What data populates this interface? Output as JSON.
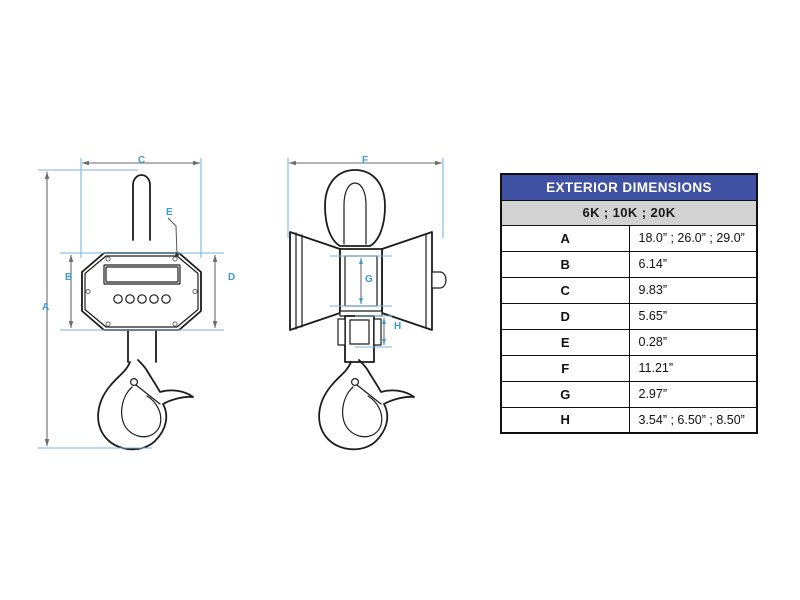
{
  "document": {
    "type": "technical-dimension-drawing",
    "subject": "crane scale / hanging scale",
    "background_color": "#ffffff"
  },
  "views": {
    "front": {
      "name": "front-view",
      "features": [
        "swivel-eye-stem",
        "octagonal-housing",
        "lcd-display",
        "keypad-5-buttons",
        "corner-screws",
        "shank",
        "lifting-hook-with-latch"
      ],
      "dimension_labels": [
        "A",
        "B",
        "C",
        "D",
        "E"
      ]
    },
    "side": {
      "name": "side-view",
      "features": [
        "lifting-eye",
        "left-flared-wing",
        "right-flared-wing",
        "side-knob",
        "center-body-box",
        "lower-shank",
        "lifting-hook-with-latch"
      ],
      "dimension_labels": [
        "F",
        "G",
        "H"
      ]
    }
  },
  "dimension_labels": {
    "A": "A",
    "B": "B",
    "C": "C",
    "D": "D",
    "E": "E",
    "F": "F",
    "G": "G",
    "H": "H"
  },
  "table": {
    "title": "EXTERIOR DIMENSIONS",
    "subheader": "6K ; 10K ; 20K",
    "header_color": "#3f51a3",
    "subheader_color": "#d2d2d2",
    "rows": [
      {
        "key": "A",
        "value": "18.0” ; 26.0” ; 29.0”"
      },
      {
        "key": "B",
        "value": "6.14”"
      },
      {
        "key": "C",
        "value": "9.83”"
      },
      {
        "key": "D",
        "value": "5.65”"
      },
      {
        "key": "E",
        "value": "0.28”"
      },
      {
        "key": "F",
        "value": "11.21”"
      },
      {
        "key": "G",
        "value": "2.97”"
      },
      {
        "key": "H",
        "value": "3.54” ; 6.50” ; 8.50”"
      }
    ]
  },
  "style": {
    "dimension_label_color": "#3d9ad1",
    "extension_line_color": "#7ab6de",
    "dimension_line_color": "#6b6b6b",
    "part_line_color": "#1c1c1c"
  }
}
